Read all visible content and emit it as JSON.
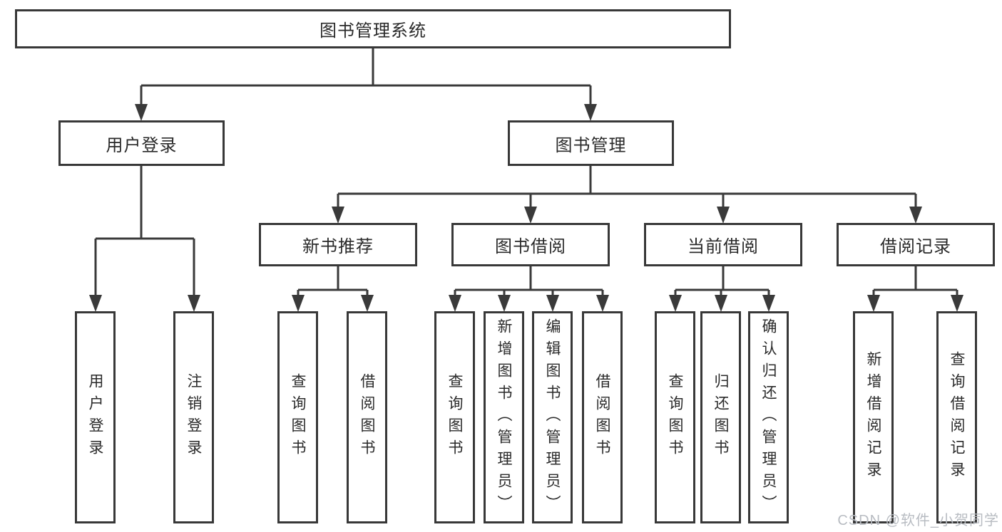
{
  "diagram": {
    "root": "图书管理系统",
    "level2": {
      "user_login": "用户登录",
      "book_management": "图书管理"
    },
    "level3": {
      "new_book": "新书推荐",
      "book_borrow": "图书借阅",
      "current_borrow": "当前借阅",
      "borrow_record": "借阅记录"
    },
    "leaves": {
      "user_login": [
        "用户登录",
        "注销登录"
      ],
      "new_book": [
        "查询图书",
        "借阅图书"
      ],
      "book_borrow": [
        "查询图书",
        "新增图书（管理员）",
        "编辑图书（管理员）",
        "借阅图书"
      ],
      "current_borrow": [
        "查询图书",
        "归还图书",
        "确认归还（管理员）"
      ],
      "borrow_record": [
        "新增借阅记录",
        "查询借阅记录"
      ]
    }
  },
  "watermark": "CSDN @软件_小贺同学",
  "colors": {
    "line": "#3a3a3a",
    "text": "#2a2a2a",
    "watermark": "#b8bcc2",
    "background": "#ffffff"
  }
}
